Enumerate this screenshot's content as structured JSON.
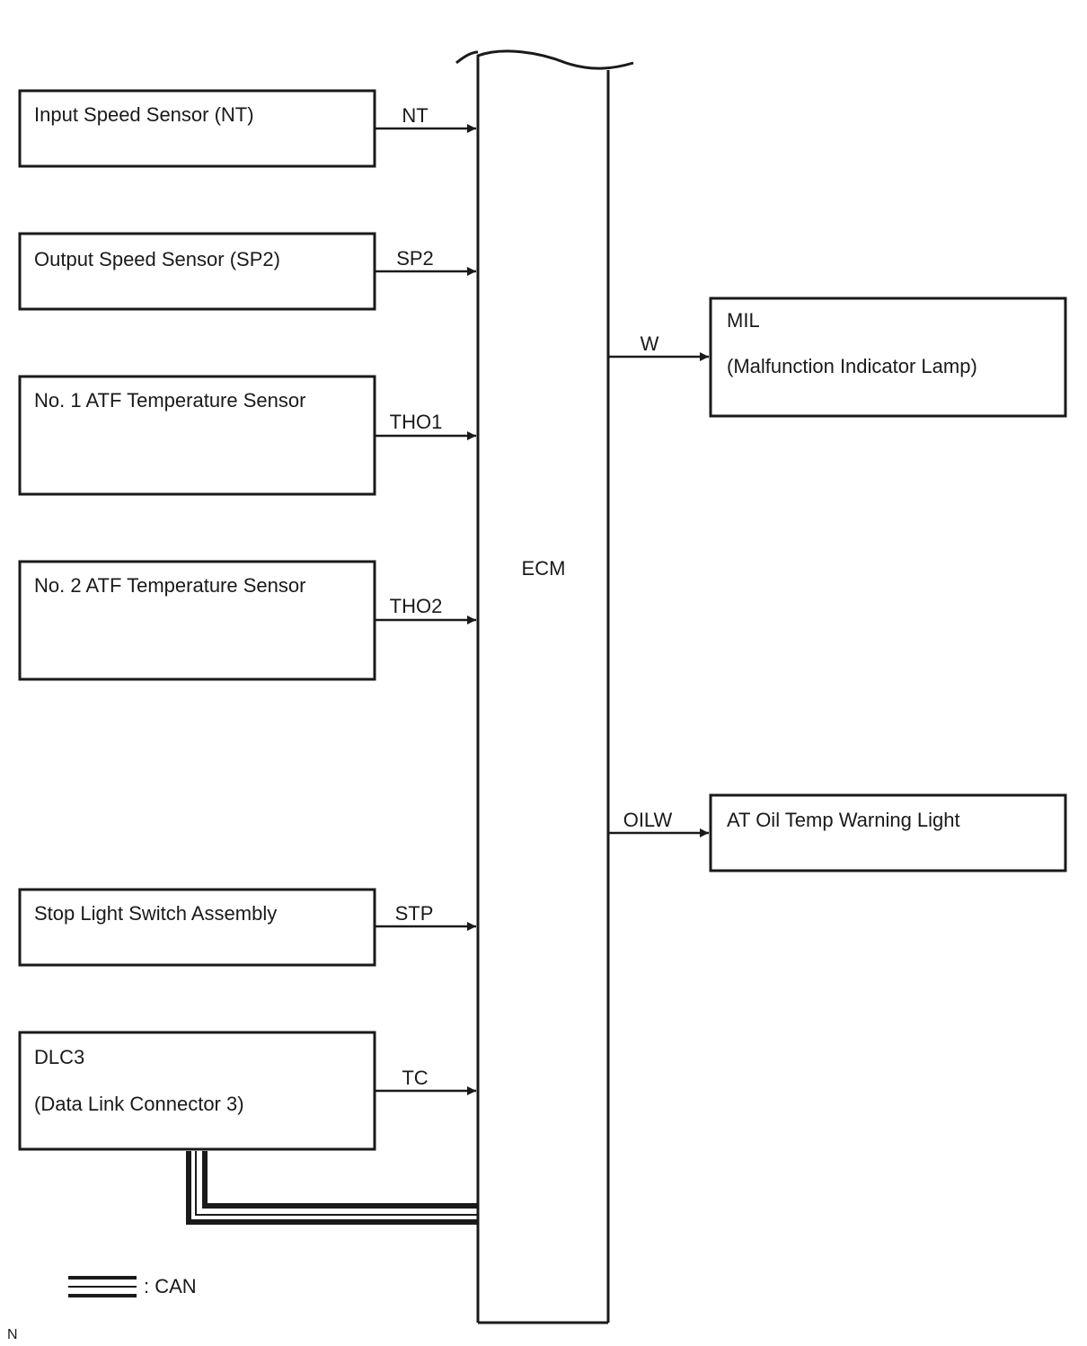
{
  "ecm": {
    "label": "ECM"
  },
  "inputs": [
    {
      "lines": [
        "Input Speed Sensor (NT)"
      ],
      "signal": "NT"
    },
    {
      "lines": [
        "Output Speed Sensor (SP2)"
      ],
      "signal": "SP2"
    },
    {
      "lines": [
        "No. 1 ATF Temperature Sensor"
      ],
      "signal": "THO1"
    },
    {
      "lines": [
        "No. 2 ATF Temperature Sensor"
      ],
      "signal": "THO2"
    },
    {
      "lines": [
        "Stop Light Switch Assembly"
      ],
      "signal": "STP"
    },
    {
      "lines": [
        "DLC3",
        "(Data Link Connector 3)"
      ],
      "signal": "TC"
    }
  ],
  "outputs": [
    {
      "lines": [
        "MIL",
        "(Malfunction Indicator Lamp)"
      ],
      "signal": "W"
    },
    {
      "lines": [
        "AT Oil Temp Warning Light"
      ],
      "signal": "OILW"
    }
  ],
  "legend": {
    "label": ": CAN"
  },
  "corner_mark": "N"
}
